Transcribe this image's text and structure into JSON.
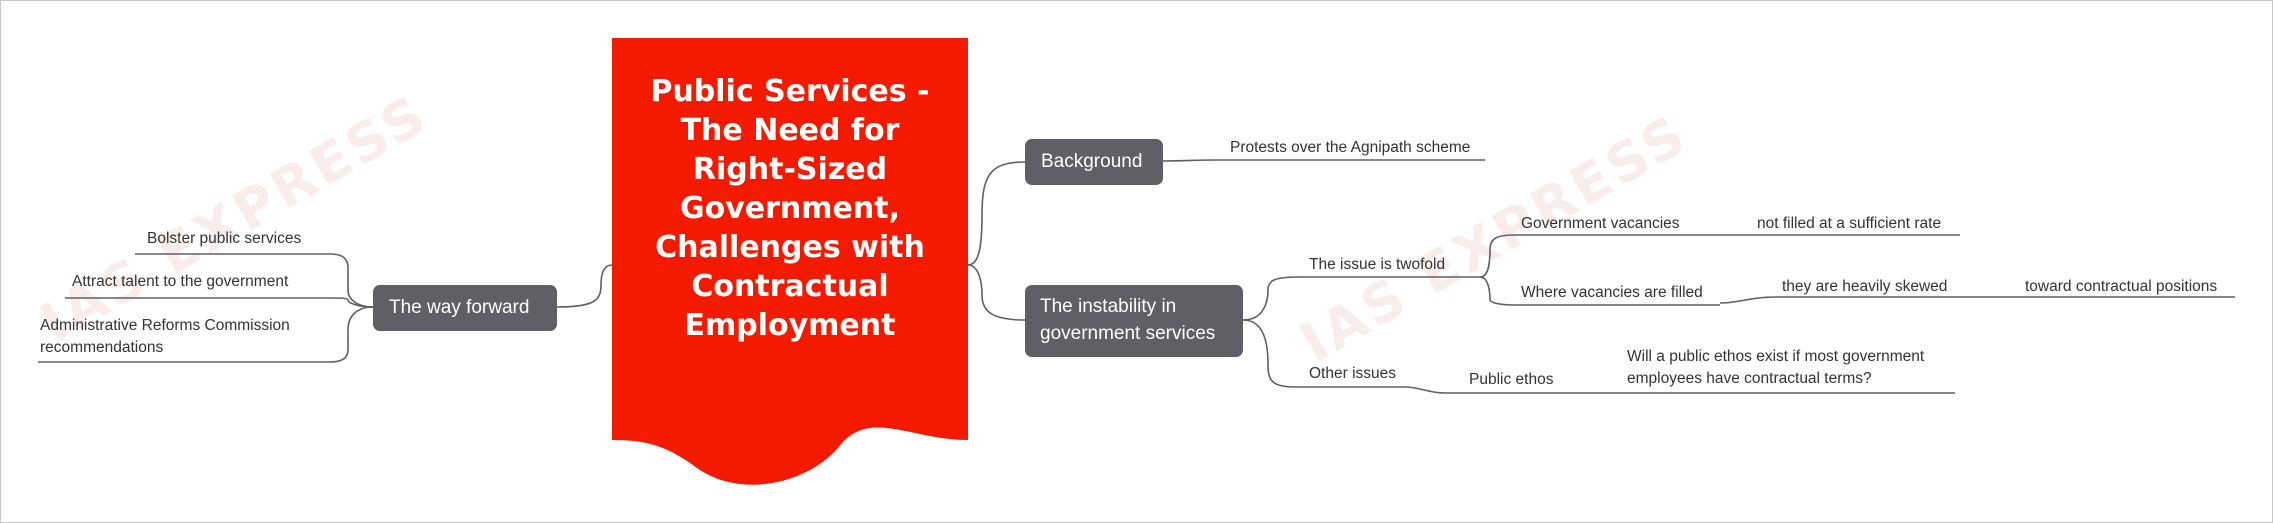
{
  "central": {
    "title": "Public Services - The Need for Right-Sized Government, Challenges with Contractual Employment"
  },
  "watermark": "IAS EXPRESS",
  "right": {
    "background": {
      "label": "Background",
      "point": "Protests over the Agnipath scheme"
    },
    "instability": {
      "label": "The instability in government services",
      "twofold": {
        "label": "The issue is twofold",
        "vacancies": {
          "label": "Government vacancies",
          "detail": "not filled at a sufficient rate"
        },
        "filled": {
          "label": "Where vacancies are filled",
          "detail": "they are heavily skewed",
          "subdetail": "toward contractual positions"
        }
      },
      "other": {
        "label": "Other issues",
        "ethos": {
          "label": "Public ethos",
          "question": "Will a public ethos exist if most government employees have contractual terms?"
        }
      }
    }
  },
  "left": {
    "way_forward": {
      "label": "The way forward",
      "items": [
        "Bolster public services",
        "Attract talent to the government",
        "Administrative Reforms Commission recommendations"
      ]
    }
  },
  "colors": {
    "central": "#f41a00",
    "topic": "#5f5f66",
    "line": "#5f5f66"
  }
}
